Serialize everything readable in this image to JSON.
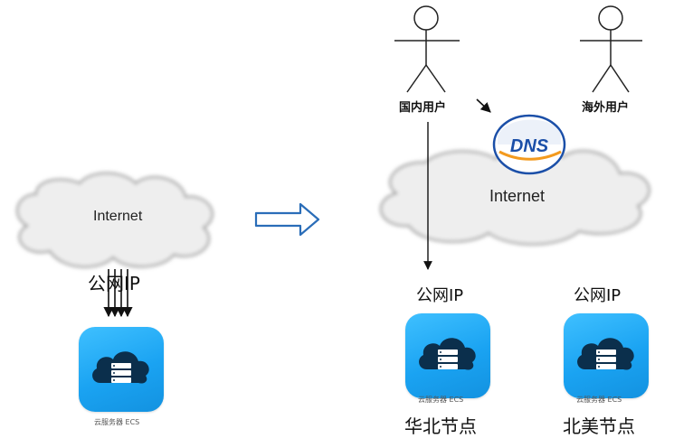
{
  "left": {
    "cloud_label": "Internet",
    "public_ip_label": "公网IP",
    "ecs_caption": "云服务器 ECS"
  },
  "right": {
    "users": [
      {
        "label": "国内用户"
      },
      {
        "label": "海外用户"
      }
    ],
    "dns_badge": "DNS",
    "cloud_label": "Internet",
    "nodes": [
      {
        "ip_label": "公网IP",
        "ecs_caption": "云服务器 ECS",
        "region": "华北节点"
      },
      {
        "ip_label": "公网IP",
        "ecs_caption": "云服务器 ECS",
        "region": "北美节点"
      }
    ]
  },
  "colors": {
    "ecs_blue": "#1aa3f2",
    "dns_blue": "#1b4fa8",
    "dns_orange": "#f39a1e",
    "flow_arrow": "#2a6db8"
  },
  "icons": [
    "cloud-icon",
    "server-stack-icon",
    "person-icon",
    "dns-icon",
    "hollow-arrow-icon"
  ]
}
